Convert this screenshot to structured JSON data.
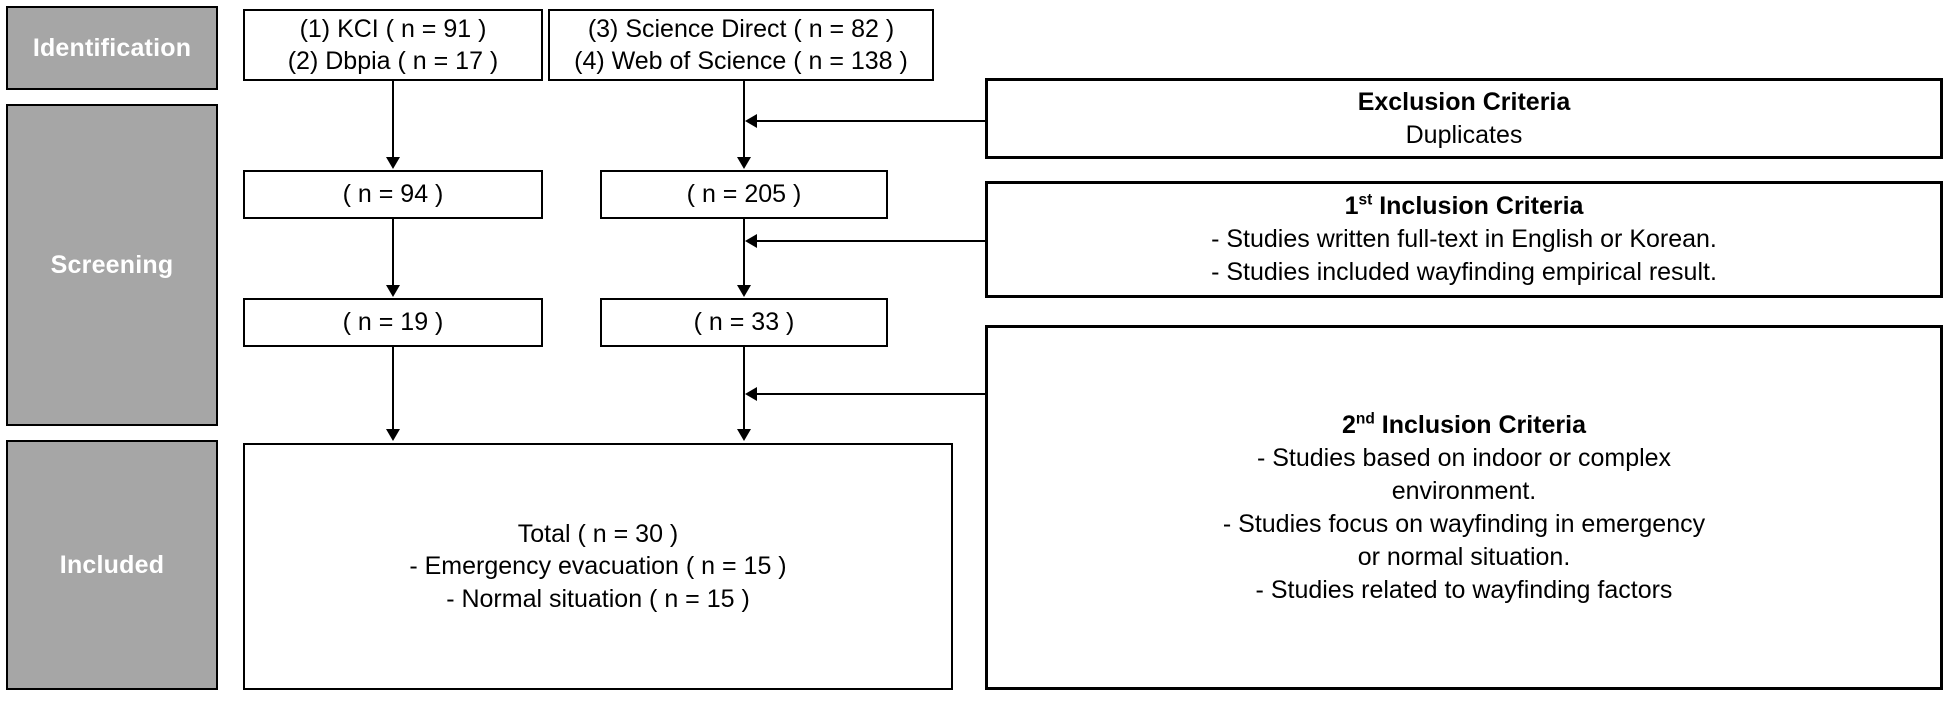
{
  "diagram": {
    "title": "PRISMA study selection flow diagram",
    "type": "flowchart",
    "colors": {
      "phase_fill": "#a6a6a6",
      "phase_text": "#ffffff",
      "box_border": "#000000",
      "box_fill": "#ffffff"
    }
  },
  "phases": [
    {
      "label": "Identification"
    },
    {
      "label": "Screening"
    },
    {
      "label": "Included"
    }
  ],
  "sources": {
    "left_box": {
      "lines": [
        "(1) KCI ( n = 91 )",
        "(2) Dbpia ( n = 17 )"
      ]
    },
    "right_box": {
      "lines": [
        "(3) Science Direct ( n = 82 )",
        "(4) Web of Science ( n = 138 )"
      ]
    }
  },
  "screening": {
    "left_stage1": "( n = 94 )",
    "right_stage1": "( n = 205 )",
    "left_stage2": "( n = 19 )",
    "right_stage2": "( n = 33 )"
  },
  "included": {
    "lines": [
      "Total ( n = 30 )",
      "- Emergency evacuation ( n = 15 )",
      "- Normal situation ( n = 15 )"
    ]
  },
  "criteria": {
    "exclusion": {
      "heading": "Exclusion Criteria",
      "items": [
        "Duplicates"
      ]
    },
    "inclusion_1": {
      "heading_number": "1",
      "heading_suffix": "st",
      "heading_rest": " Inclusion Criteria",
      "heading_full": "1st Inclusion Criteria",
      "items": [
        "-  Studies written full-text in English or Korean.",
        "-  Studies included wayfinding empirical result."
      ]
    },
    "inclusion_2": {
      "heading_number": "2",
      "heading_suffix": "nd",
      "heading_rest": " Inclusion Criteria",
      "heading_full": "2nd Inclusion Criteria",
      "items": [
        "-  Studies based on indoor or complex",
        "environment.",
        "-  Studies focus on wayfinding in emergency",
        "or normal situation.",
        "-  Studies related to wayfinding factors"
      ]
    }
  }
}
